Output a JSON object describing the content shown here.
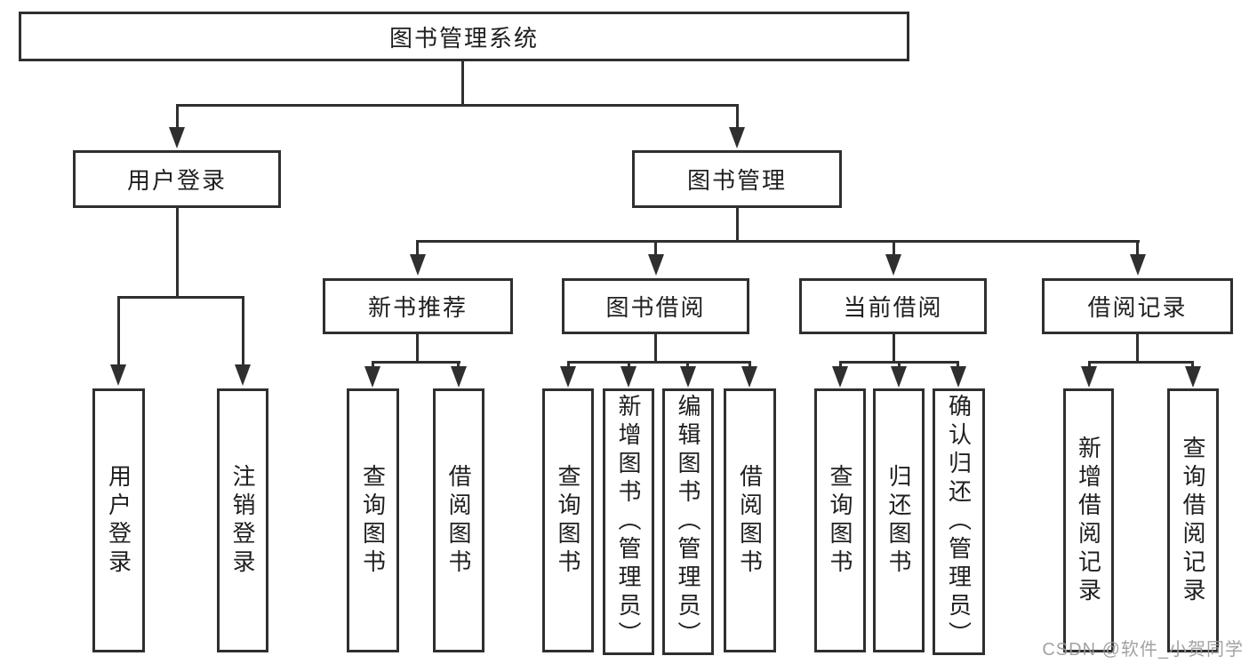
{
  "diagram": {
    "root": {
      "label": "图书管理系统",
      "children": [
        {
          "label": "用户登录",
          "children": [
            {
              "label": "用户登录"
            },
            {
              "label": "注销登录"
            }
          ]
        },
        {
          "label": "图书管理",
          "children": [
            {
              "label": "新书推荐",
              "children": [
                {
                  "label": "查询图书"
                },
                {
                  "label": "借阅图书"
                }
              ]
            },
            {
              "label": "图书借阅",
              "children": [
                {
                  "label": "查询图书"
                },
                {
                  "label": "新增图书（管理员）"
                },
                {
                  "label": "编辑图书（管理员）"
                },
                {
                  "label": "借阅图书"
                }
              ]
            },
            {
              "label": "当前借阅",
              "children": [
                {
                  "label": "查询图书"
                },
                {
                  "label": "归还图书"
                },
                {
                  "label": "确认归还（管理员）"
                }
              ]
            },
            {
              "label": "借阅记录",
              "children": [
                {
                  "label": "新增借阅记录"
                },
                {
                  "label": "查询借阅记录"
                }
              ]
            }
          ]
        }
      ]
    }
  },
  "watermark": {
    "text": "CSDN @软件_小贺同学"
  },
  "colors": {
    "line": "#2f2f2f",
    "text": "#1f1f1f",
    "background": "#ffffff",
    "watermark": "#9b9b9b"
  }
}
